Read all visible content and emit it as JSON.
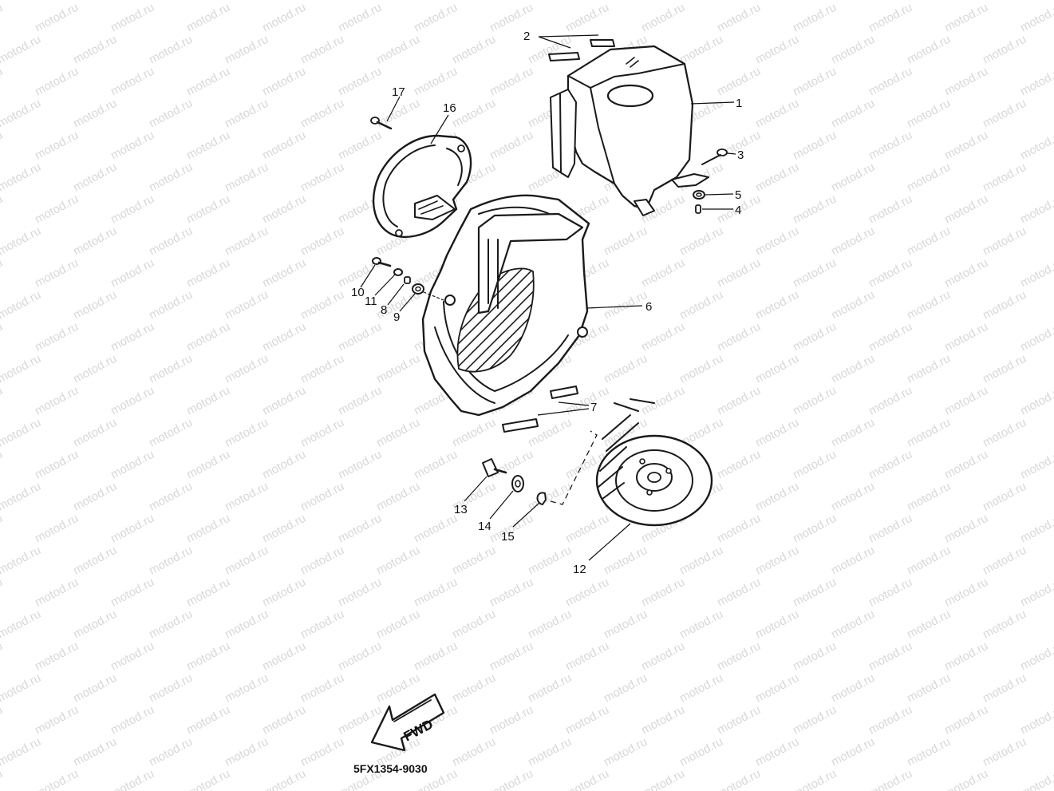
{
  "diagram": {
    "part_code": "5FX1354-9030",
    "fwd_label": "FWD",
    "watermark": "motod.ru",
    "callouts": [
      "1",
      "2",
      "3",
      "4",
      "5",
      "6",
      "7",
      "8",
      "9",
      "10",
      "11",
      "12",
      "13",
      "14",
      "15",
      "16",
      "17"
    ]
  },
  "colors": {
    "ink": "#1a1a1a",
    "paper": "#ffffff",
    "watermark": "#b8b8b8"
  }
}
